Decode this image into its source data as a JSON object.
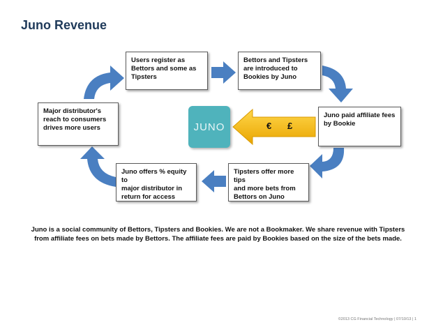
{
  "title": "Juno Revenue",
  "steps": {
    "register": "Users register as\nBettors and some as\nTipsters",
    "introduced": "Bettors and Tipsters\nare introduced to\nBookies by Juno",
    "fees": "Juno paid affiliate fees\nby Bookie",
    "tips": "Tipsters offer more tips\nand more bets from\nBettors on Juno",
    "equity": "Juno offers % equity to\nmajor distributor in\nreturn for access",
    "reach": "Major distributor's\nreach to consumers\ndrives more users"
  },
  "logo_text": "JUNO",
  "currency": {
    "euro": "€",
    "pound": "£"
  },
  "description": "Juno is a social community of Bettors, Tipsters and Bookies. We are not a Bookmaker. We share revenue with Tipsters from affiliate fees on bets made by Bettors. The affiliate fees are paid by Bookies based on the size of the bets made.",
  "footer": "©2013 CG Financial Technology  |  07/10/13  |   1",
  "colors": {
    "arrow_blue": "#4a7fc1",
    "arrow_gold": "#f5b800",
    "logo_teal": "#4fb3bc",
    "title_navy": "#1f3a5a"
  }
}
